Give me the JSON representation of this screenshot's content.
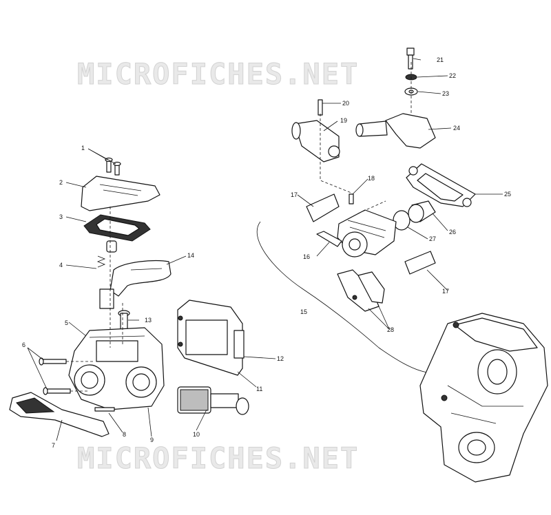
{
  "watermark": {
    "top": "MICROFICHES.NET",
    "bottom": "MICROFICHES.NET"
  },
  "callouts": [
    {
      "id": "c1",
      "text": "1"
    },
    {
      "id": "c2",
      "text": "2"
    },
    {
      "id": "c3",
      "text": "3"
    },
    {
      "id": "c4",
      "text": "4"
    },
    {
      "id": "c5",
      "text": "5"
    },
    {
      "id": "c6",
      "text": "6"
    },
    {
      "id": "c7",
      "text": "7"
    },
    {
      "id": "c8",
      "text": "8"
    },
    {
      "id": "c9",
      "text": "9"
    },
    {
      "id": "c10",
      "text": "10"
    },
    {
      "id": "c11",
      "text": "11"
    },
    {
      "id": "c12",
      "text": "12"
    },
    {
      "id": "c13",
      "text": "13"
    },
    {
      "id": "c14",
      "text": "14"
    },
    {
      "id": "c15",
      "text": "15"
    },
    {
      "id": "c16",
      "text": "16"
    },
    {
      "id": "c17a",
      "text": "17"
    },
    {
      "id": "c17b",
      "text": "17"
    },
    {
      "id": "c18",
      "text": "18"
    },
    {
      "id": "c19",
      "text": "19"
    },
    {
      "id": "c20",
      "text": "20"
    },
    {
      "id": "c21",
      "text": "21"
    },
    {
      "id": "c22",
      "text": "22"
    },
    {
      "id": "c23",
      "text": "23"
    },
    {
      "id": "c24",
      "text": "24"
    },
    {
      "id": "c25",
      "text": "25"
    },
    {
      "id": "c26",
      "text": "26"
    },
    {
      "id": "c27",
      "text": "27"
    },
    {
      "id": "c28",
      "text": "28"
    }
  ]
}
